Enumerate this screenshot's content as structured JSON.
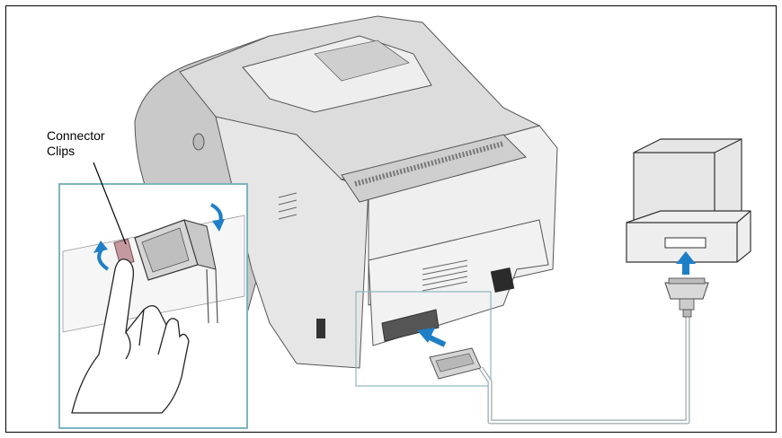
{
  "callout": {
    "line1": "Connector",
    "line2": "Clips"
  },
  "colors": {
    "frame": "#000000",
    "device": "#dfdfdf",
    "shadow": "#b5b5b5",
    "inset_border": "#7fb3c2",
    "arrow": "#1f7fc6",
    "cable": "#9aa8ad"
  },
  "icons": [
    "printer-illustration",
    "computer-icon",
    "hand-illustration",
    "connector-plug-icon",
    "rotation-arrow-icon",
    "insert-arrow-icon"
  ]
}
